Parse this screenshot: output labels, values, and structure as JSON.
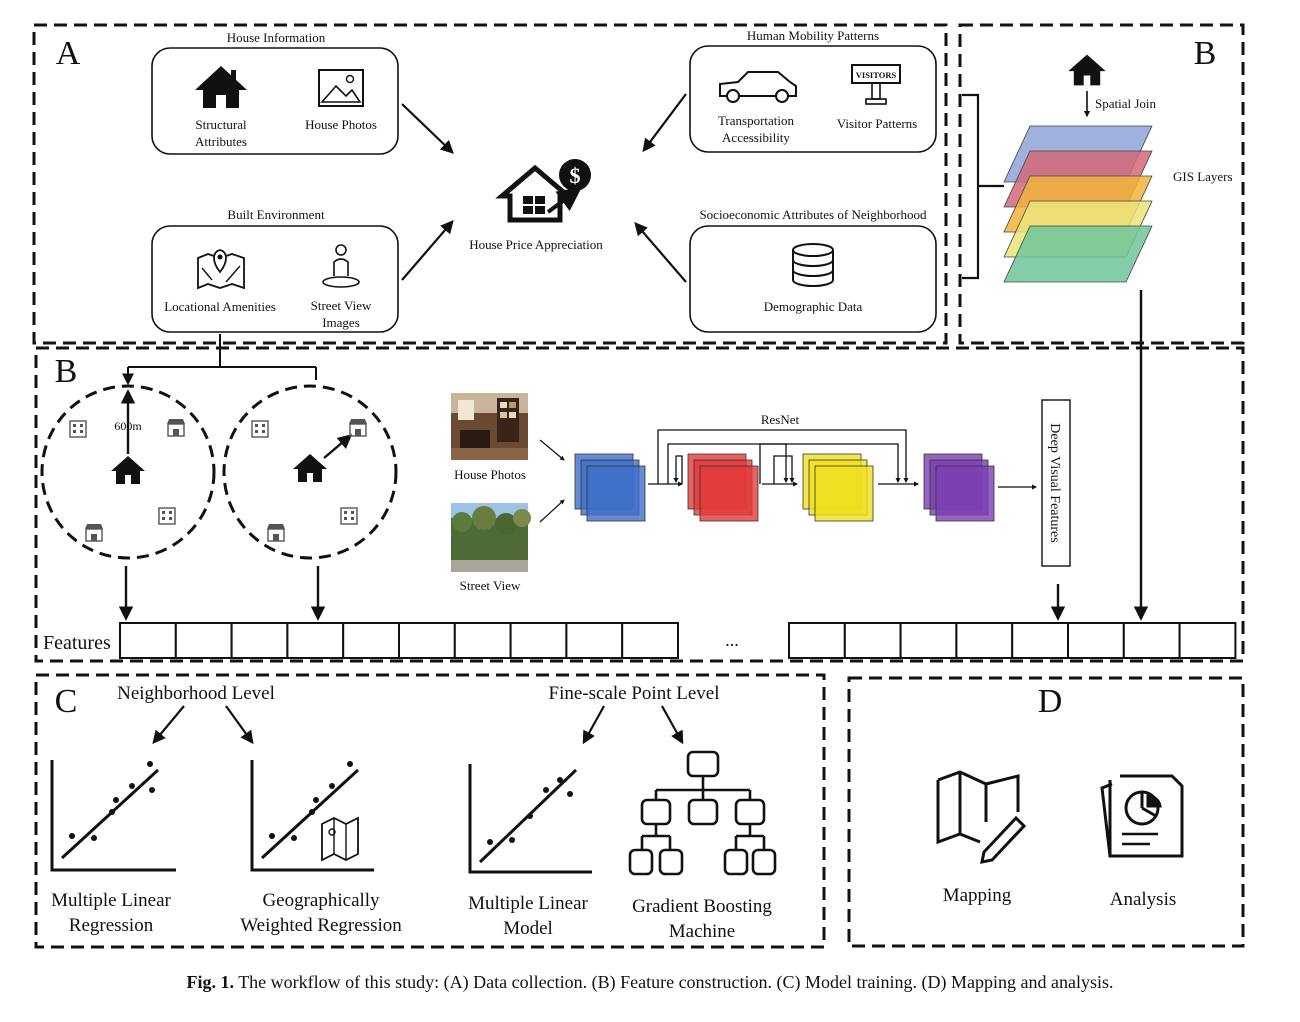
{
  "panels": {
    "a": "A",
    "b_top": "B",
    "b_mid": "B",
    "c": "C",
    "d": "D"
  },
  "house_information": {
    "title": "House Information",
    "structural_line1": "Structural",
    "structural_line2": "Attributes",
    "house_photos": "House Photos"
  },
  "built_environment": {
    "title": "Built Environment",
    "amenities": "Locational Amenities",
    "street_view_line1": "Street View",
    "street_view_line2": "Images"
  },
  "human_mobility": {
    "title": "Human Mobility Patterns",
    "transport_line1": "Transportation",
    "transport_line2": "Accessibility",
    "visitor_patterns": "Visitor Patterns",
    "sign_text": "VISITORS"
  },
  "socioeconomic": {
    "title": "Socioeconomic Attributes of Neighborhood",
    "demographic": "Demographic Data"
  },
  "center": {
    "label": "House Price Appreciation",
    "dollar": "$"
  },
  "gis": {
    "spatial_join": "Spatial Join",
    "layers_label": "GIS Layers",
    "colors": [
      "#8fa3d8",
      "#d46a78",
      "#f0b43c",
      "#ece37a",
      "#6fc49a"
    ]
  },
  "buffer": {
    "distance": "600m"
  },
  "images": {
    "house_photos": "House Photos",
    "street_view": "Street View"
  },
  "resnet": {
    "label": "ResNet",
    "deep_features": "Deep Visual Features",
    "stage_colors": [
      "#3f6fc7",
      "#e23b3b",
      "#f0e020",
      "#7a3fb0"
    ]
  },
  "features": {
    "label": "Features",
    "ellipsis": "..."
  },
  "model": {
    "neighborhood_level": "Neighborhood Level",
    "point_level": "Fine-scale Point Level",
    "mlr_line1": "Multiple Linear",
    "mlr_line2": "Regression",
    "gwr_line1": "Geographically",
    "gwr_line2": "Weighted Regression",
    "mlm_line1": "Multiple Linear",
    "mlm_line2": "Model",
    "gbm_line1": "Gradient Boosting",
    "gbm_line2": "Machine"
  },
  "output": {
    "mapping": "Mapping",
    "analysis": "Analysis"
  },
  "caption": {
    "prefix": "Fig. 1.",
    "text": "The workflow of this study: (A) Data collection. (B) Feature construction. (C) Model training. (D) Mapping and analysis."
  }
}
